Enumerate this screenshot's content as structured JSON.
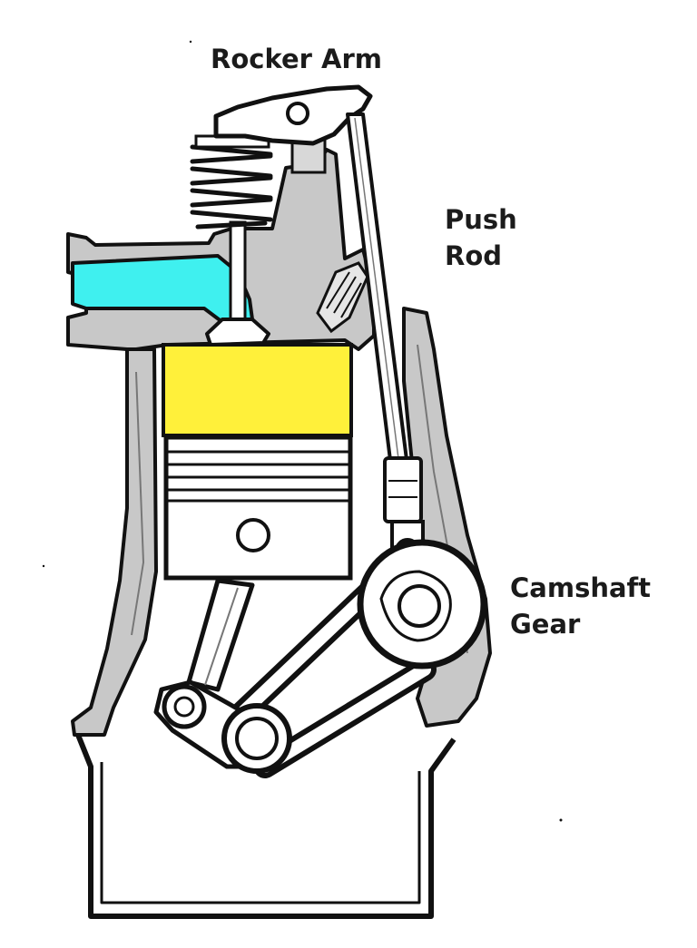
{
  "labels": {
    "rocker_arm": "Rocker Arm",
    "push_rod_line1": "Push",
    "push_rod_line2": "Rod",
    "camshaft_line1": "Camshaft",
    "camshaft_line2": "Gear"
  },
  "colors": {
    "intake_port": "#3ff0ef",
    "combustion_chamber": "#fff03a",
    "casting_shade": "#c8c8c8",
    "outline": "#111111",
    "background": "#ffffff"
  }
}
